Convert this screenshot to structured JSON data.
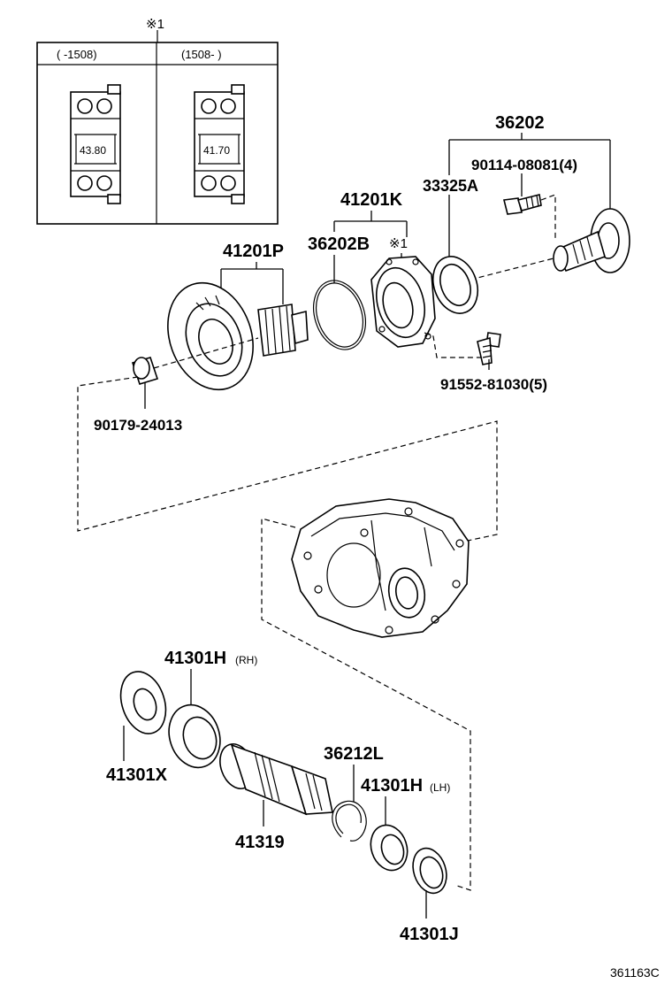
{
  "inset": {
    "marker": "※1",
    "left_header": "(    -1508)",
    "right_header": "(1508-    )",
    "left_dimension": "43.80",
    "right_dimension": "41.70"
  },
  "labels": {
    "p36202": "36202",
    "p90114": "90114-08081(4)",
    "p33325A": "33325A",
    "p41201K": "41201K",
    "p36202B": "36202B",
    "marker_gear": "※1",
    "p41201P": "41201P",
    "p91552": "91552-81030(5)",
    "p90179": "90179-24013",
    "p41301H_rh": "41301H",
    "rh": "(RH)",
    "p41301X": "41301X",
    "p36212L": "36212L",
    "p41301H_lh": "41301H",
    "lh": "(LH)",
    "p41319": "41319",
    "p41301J": "41301J",
    "diagram_code": "361163C"
  }
}
